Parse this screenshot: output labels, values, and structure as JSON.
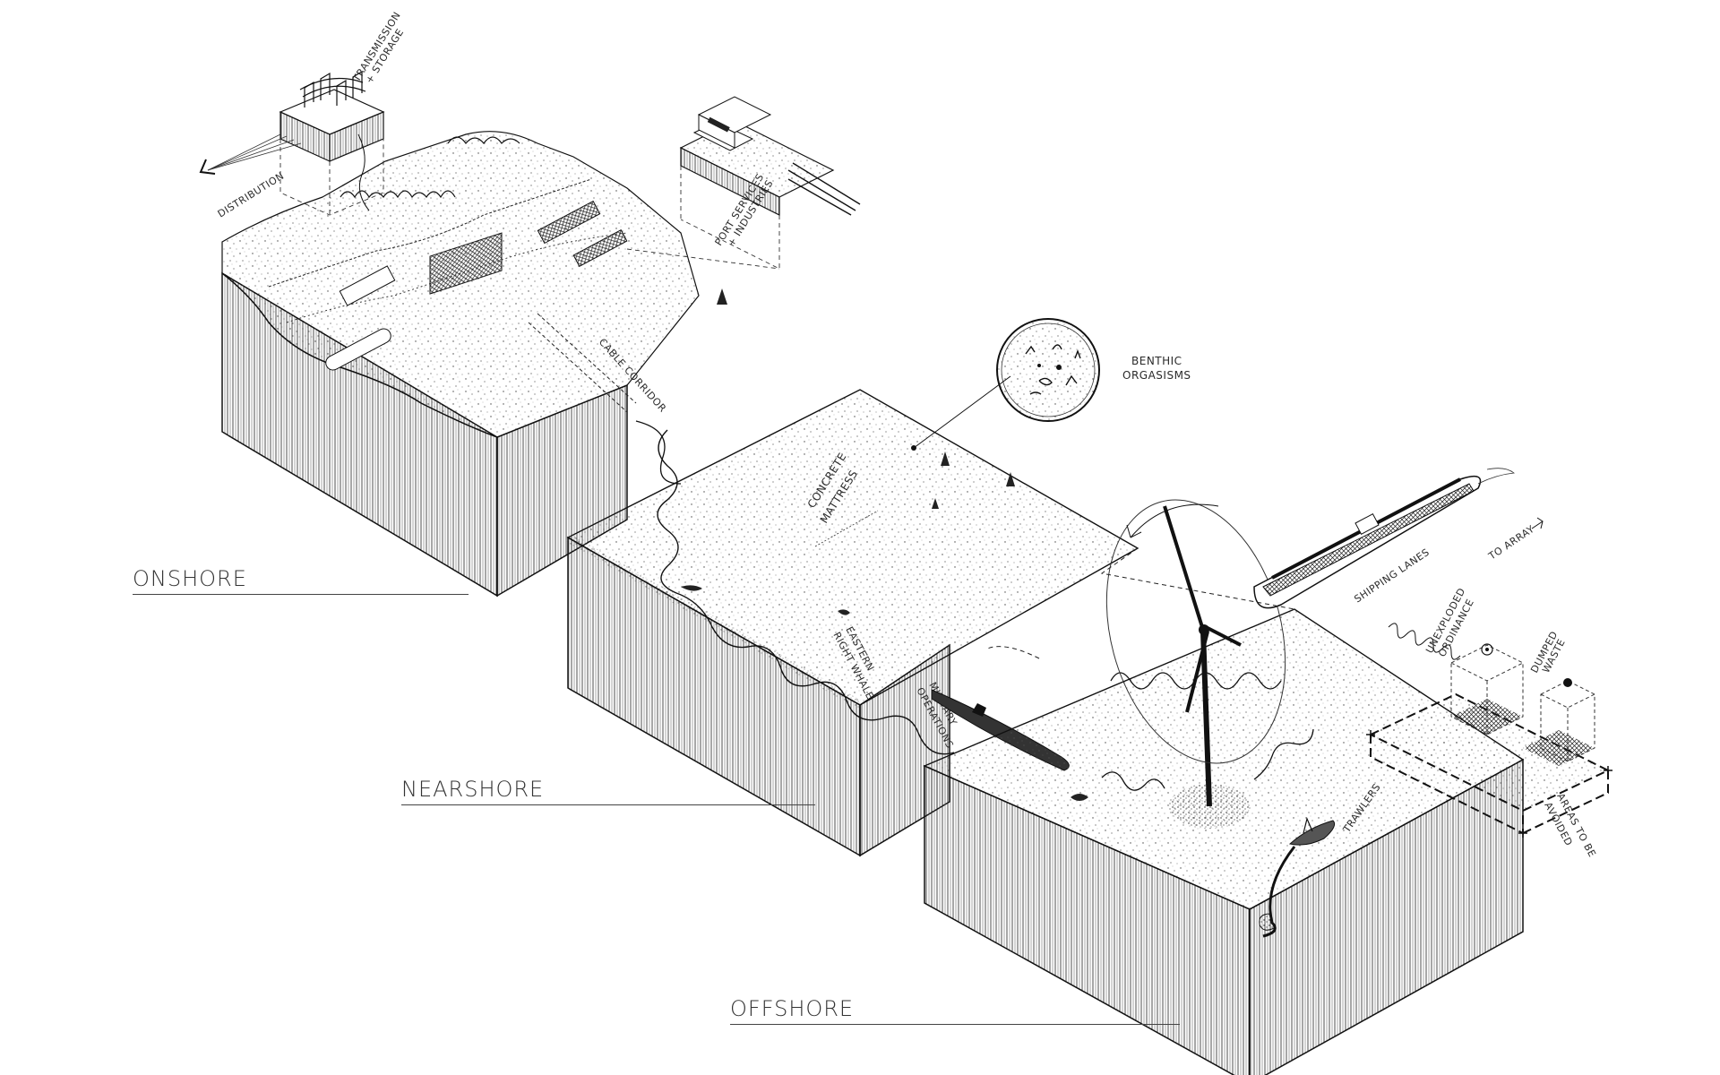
{
  "sections": {
    "onshore": "ONSHORE",
    "nearshore": "NEARSHORE",
    "offshore": "OFFSHORE"
  },
  "annotations": {
    "transmission_storage": [
      "TRANSMISSION",
      "+ STORAGE"
    ],
    "distribution": "DISTRIBUTION",
    "port_services": [
      "PORT SERVICES",
      "+ INDUSTRIES"
    ],
    "cable_corridor": "CABLE CORRIDOR",
    "benthic": [
      "BENTHIC",
      "ORGASISMS"
    ],
    "concrete_mattress": [
      "CONCRETE",
      "MATTRESS"
    ],
    "eastern_right_whale": [
      "EASTERN",
      "RIGHT WHALE"
    ],
    "military_operations": [
      "MILITARY",
      "OPERATIONS"
    ],
    "shipping_lanes": "SHIPPING LANES",
    "to_array": "TO ARRAY",
    "unexploded_ordinance": [
      "UNEXPLODED",
      "ORDINANCE"
    ],
    "dumped_waste": [
      "DUMPED",
      "WASTE"
    ],
    "areas_avoided": [
      "AREAS TO BE",
      "AVOIDED"
    ],
    "trawlers": "TRAWLERS"
  },
  "colors": {
    "ink": "#1a1a1a",
    "paper": "#ffffff"
  }
}
